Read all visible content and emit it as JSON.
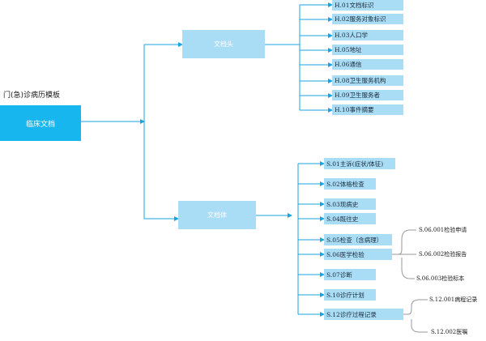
{
  "title": "门(急)诊病历模板",
  "root": {
    "label": "临床文档"
  },
  "header": {
    "label": "文档头",
    "items": [
      {
        "label": "H.01文档标识"
      },
      {
        "label": "H.02服务对象标识"
      },
      {
        "label": "H.03人口学"
      },
      {
        "label": "H.05地址"
      },
      {
        "label": "H.06通信"
      },
      {
        "label": "H.08卫生服务机构"
      },
      {
        "label": "H.09卫生服务者"
      },
      {
        "label": "H.10事件摘要"
      }
    ]
  },
  "body": {
    "label": "文档体",
    "items": [
      {
        "label": "S.01主诉(症状/体征)"
      },
      {
        "label": "S.02体格检查"
      },
      {
        "label": "S.03现病史"
      },
      {
        "label": "S.04既往史"
      },
      {
        "label": "S.05检查（含病理）"
      },
      {
        "label": "S.06医学检验"
      },
      {
        "label": "S.07诊断"
      },
      {
        "label": "S.10诊疗计划"
      },
      {
        "label": "S.12诊疗过程记录"
      }
    ]
  },
  "lab_children": [
    {
      "label": "S.06.001检验申请"
    },
    {
      "label": "S.06.002检验报告"
    },
    {
      "label": "S.06.003检验标本"
    }
  ],
  "process_children": [
    {
      "label": "S.12.001病程记录"
    },
    {
      "label": "S.12.002医嘱"
    }
  ],
  "colors": {
    "root_fill": "#17b6ee",
    "node_fill": "#a9dcf5",
    "connector": "#1aa3e0",
    "sub_connector": "#9a9a9a"
  }
}
